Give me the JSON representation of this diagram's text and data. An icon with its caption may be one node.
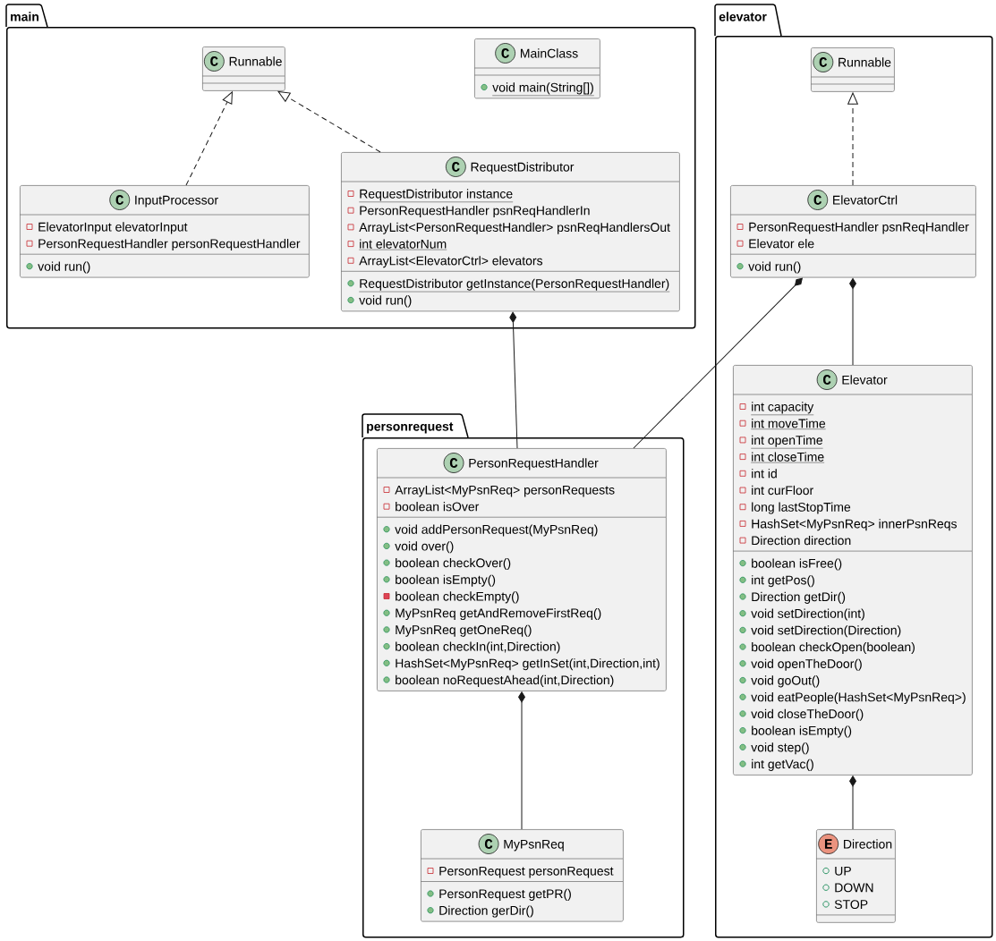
{
  "diagram": {
    "nodes": [
      {
        "text": [
          "main"
        ]
      },
      {
        "text": [
          "C",
          "Runnable"
        ],
        "in": 0
      },
      {
        "text": [
          "C",
          "MainClass",
          "void main(String[])"
        ],
        "in": 0
      },
      {
        "text": [
          "C",
          "InputProcessor",
          "ElevatorInput elevatorInput",
          "PersonRequestHandler personRequestHandler",
          "void run()"
        ],
        "in": 0
      },
      {
        "text": [
          "C",
          "RequestDistributor",
          "RequestDistributor instance",
          "PersonRequestHandler psnReqHandlerIn",
          "ArrayList<PersonRequestHandler> psnReqHandlersOut",
          "int elevatorNum",
          "ArrayList<ElevatorCtrl> elevators",
          "RequestDistributor getInstance(PersonRequestHandler)",
          "void run()"
        ],
        "in": 0
      },
      {
        "text": [
          "elevator"
        ]
      },
      {
        "text": [
          "C",
          "Runnable"
        ],
        "in": 5
      },
      {
        "text": [
          "C",
          "ElevatorCtrl",
          "PersonRequestHandler psnReqHandler",
          "Elevator ele",
          "void run()"
        ],
        "in": 5
      },
      {
        "text": [
          "C",
          "Elevator",
          "int capacity",
          "int moveTime",
          "int openTime",
          "int closeTime",
          "int id",
          "int curFloor",
          "long lastStopTime",
          "HashSet<MyPsnReq> innerPsnReqs",
          "Direction direction",
          "boolean isFree()",
          "int getPos()",
          "Direction getDir()",
          "void setDirection(int)",
          "void setDirection(Direction)",
          "boolean checkOpen(boolean)",
          "void openTheDoor()",
          "void goOut()",
          "void eatPeople(HashSet<MyPsnReq>)",
          "void closeTheDoor()",
          "boolean isEmpty()",
          "void step()",
          "int getVac()"
        ],
        "in": 5
      },
      {
        "text": [
          "E",
          "Direction",
          "UP",
          "DOWN",
          "STOP"
        ],
        "in": 5
      },
      {
        "text": [
          "personrequest"
        ]
      },
      {
        "text": [
          "C",
          "PersonRequestHandler",
          "ArrayList<MyPsnReq> personRequests",
          "boolean isOver",
          "void addPersonRequest(MyPsnReq)",
          "void over()",
          "boolean checkOver()",
          "boolean isEmpty()",
          "boolean checkEmpty()",
          "MyPsnReq getAndRemoveFirstReq()",
          "MyPsnReq getOneReq()",
          "boolean checkIn(int,Direction)",
          "HashSet<MyPsnReq> getInSet(int,Direction,int)",
          "boolean noRequestAhead(int,Direction)"
        ],
        "in": 10
      },
      {
        "text": [
          "C",
          "MyPsnReq",
          "PersonRequest personRequest",
          "PersonRequest getPR()",
          "Direction gerDir()"
        ],
        "in": 10
      }
    ],
    "edges": [
      {
        "from": 3,
        "to": 1,
        "arrow": "to",
        "style": "dashed"
      },
      {
        "from": 4,
        "to": 1,
        "arrow": "to",
        "style": "dashed"
      },
      {
        "from": 7,
        "to": 6,
        "arrow": "to",
        "style": "dashed"
      },
      {
        "from": 4,
        "to": 11,
        "arrow": "other"
      },
      {
        "from": 7,
        "to": 11,
        "arrow": "other"
      },
      {
        "from": 7,
        "to": 8,
        "arrow": "other"
      },
      {
        "from": 11,
        "to": 12,
        "arrow": "other"
      },
      {
        "from": 8,
        "to": 9,
        "arrow": "other"
      }
    ]
  }
}
